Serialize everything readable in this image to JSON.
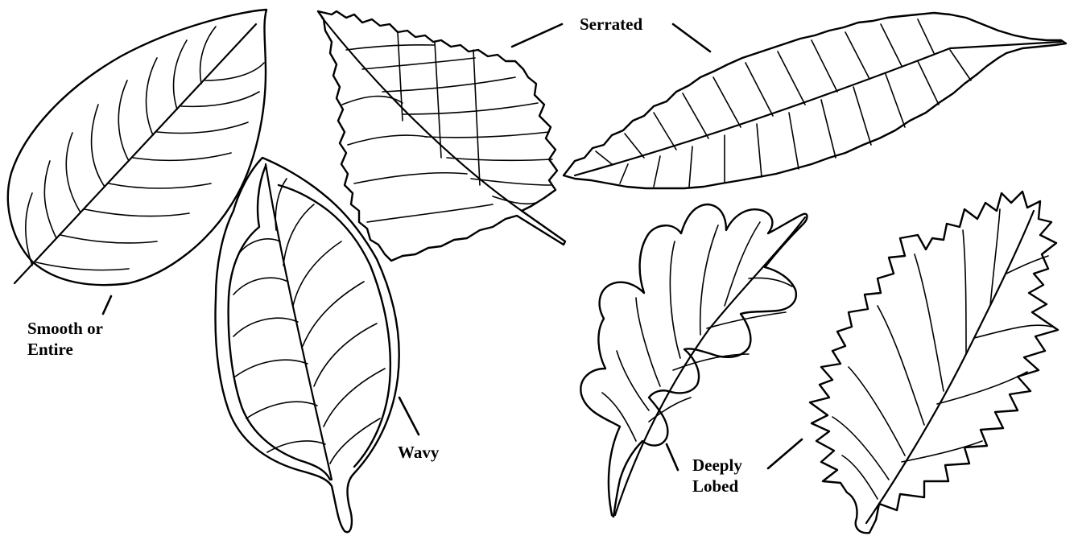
{
  "labels": {
    "serrated": "Serrated",
    "smooth_line1": "Smooth or",
    "smooth_line2": "Entire",
    "wavy": "Wavy",
    "lobed_line1": "Deeply",
    "lobed_line2": "Lobed"
  }
}
